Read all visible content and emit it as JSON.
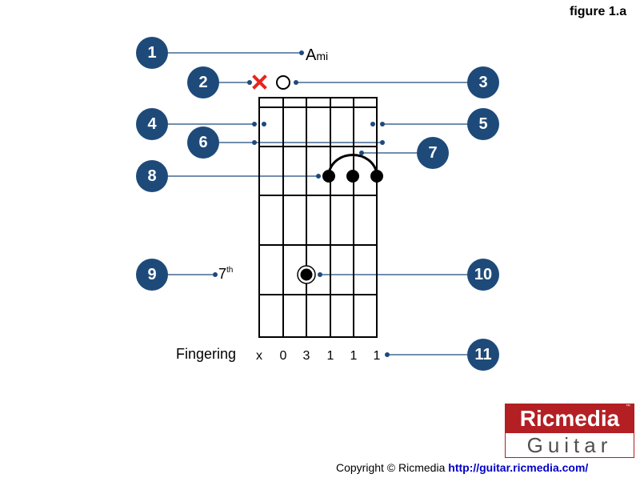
{
  "figure_label": "figure 1.a",
  "chord": {
    "root": "A",
    "quality": "mi"
  },
  "fret_marker": {
    "number": "7",
    "suffix": "th"
  },
  "fingering": {
    "label": "Fingering",
    "values": [
      "x",
      "0",
      "3",
      "1",
      "1",
      "1"
    ]
  },
  "callouts": [
    "1",
    "2",
    "3",
    "4",
    "5",
    "6",
    "7",
    "8",
    "9",
    "10",
    "11"
  ],
  "logo": {
    "line1": "Ricmedia",
    "line2": "Guitar",
    "tm": "™"
  },
  "copyright": {
    "text": "Copyright © Ricmedia",
    "url": "http://guitar.ricmedia.com/"
  },
  "colors": {
    "callout": "#1e4a7a",
    "mute_marker": "#e8241c",
    "logo_red": "#b41f24",
    "link": "#0000c8"
  },
  "icons": {
    "muted_string": "x-mark-icon",
    "open_string": "open-circle-icon",
    "finger": "finger-dot-icon",
    "barre": "barre-arc-icon",
    "position_dot": "position-dot-icon"
  }
}
